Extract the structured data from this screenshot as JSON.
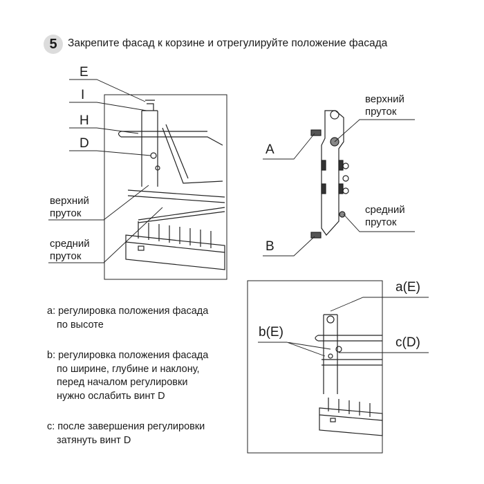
{
  "step": {
    "number": "5",
    "title": "Закрепите фасад к корзине и отрегулируйте положение фасада"
  },
  "left_diagram": {
    "labels": {
      "E": "E",
      "I": "I",
      "H": "H",
      "D": "D"
    },
    "upper_rod": [
      "верхний",
      "пруток"
    ],
    "middle_rod": [
      "средний",
      "пруток"
    ]
  },
  "right_diagram": {
    "labels": {
      "A": "A",
      "B": "B"
    },
    "upper_rod": [
      "верхний",
      "пруток"
    ],
    "middle_rod": [
      "средний",
      "пруток"
    ]
  },
  "detail_diagram": {
    "labels": {
      "a": "a(E)",
      "b": "b(E)",
      "c": "c(D)"
    }
  },
  "notes": [
    {
      "lines": [
        "a: регулировка положения фасада",
        "по высоте"
      ]
    },
    {
      "lines": [
        "b: регулировка положения фасада",
        "по ширине, глубине и наклону,",
        "перед началом регулировки",
        "нужно ослабить винт D"
      ]
    },
    {
      "lines": [
        "c: после завершения регулировки",
        "затянуть винт D"
      ]
    }
  ]
}
